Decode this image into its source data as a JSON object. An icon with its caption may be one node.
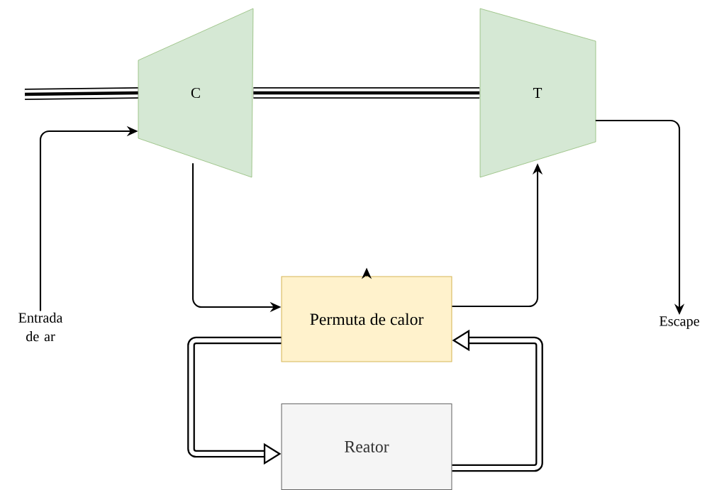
{
  "diagram": {
    "nodes": [
      {
        "text": [
          "C"
        ]
      },
      {
        "text": [
          "T"
        ]
      },
      {
        "text": [
          "Entrada de ar"
        ]
      },
      {
        "text": [
          "Escape"
        ]
      },
      {
        "text": [
          "Permuta de calor"
        ]
      },
      {
        "text": [
          "Reator"
        ]
      }
    ],
    "edges": [
      {
        "from": null,
        "to": 0,
        "arrow": "none",
        "style": "thick"
      },
      {
        "from": 0,
        "to": 1,
        "arrow": "none",
        "style": "thick"
      },
      {
        "from": 2,
        "to": 0,
        "arrow": "to"
      },
      {
        "from": 0,
        "to": 4,
        "arrow": "to"
      },
      {
        "from": 4,
        "to": 1,
        "arrow": "to"
      },
      {
        "from": 1,
        "to": 3,
        "arrow": "to"
      },
      {
        "from": 4,
        "to": 5,
        "arrow": "to",
        "style": "thick"
      },
      {
        "from": 5,
        "to": 4,
        "arrow": "to",
        "style": "thick"
      },
      {
        "from": 4,
        "to": null,
        "arrow": "to"
      }
    ]
  }
}
